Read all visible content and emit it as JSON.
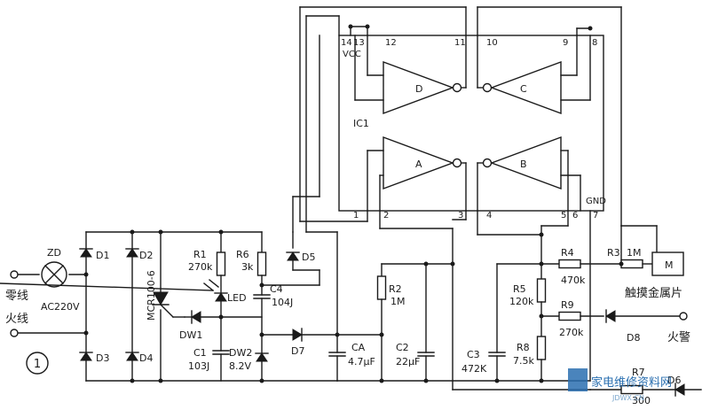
{
  "labels": {
    "zd": "ZD",
    "neutral": "零线",
    "live": "火线",
    "ac": "AC220V",
    "fig": "1",
    "d1": "D1",
    "d2": "D2",
    "d3": "D3",
    "d4": "D4",
    "scr": "MCR100-6",
    "r1": "R1",
    "r1v": "270k",
    "r6": "R6",
    "r6v": "3k",
    "d5": "D5",
    "led": "LED",
    "c4": "C4",
    "c4v": "104J",
    "dw1": "DW1",
    "c1": "C1",
    "c1v": "103J",
    "dw2": "DW2",
    "dw2v": "8.2V",
    "d7": "D7",
    "ca": "CA",
    "cav": "4.7μF",
    "r2": "R2",
    "r2v": "1M",
    "c2": "C2",
    "c2v": "22μF",
    "c3": "C3",
    "c3v": "472K",
    "r5": "R5",
    "r5v": "120k",
    "r8": "R8",
    "r8v": "7.5k",
    "r4": "R4",
    "r4v": "470k",
    "r3": "R3",
    "r3v": "1M",
    "m": "M",
    "touch": "触摸金属片",
    "r9": "R9",
    "r9v": "270k",
    "d8": "D8",
    "alarm": "火警",
    "r7": "R7",
    "r7v": "300",
    "d6": "D6",
    "ic": "IC1",
    "vcc": "VCC",
    "gnd": "GND",
    "gate_a": "A",
    "gate_b": "B",
    "gate_c": "C",
    "gate_d": "D",
    "p1": "1",
    "p2": "2",
    "p3": "3",
    "p4": "4",
    "p5": "5",
    "p6": "6",
    "p7": "7",
    "p8": "8",
    "p9": "9",
    "p10": "10",
    "p11": "11",
    "p12": "12",
    "p13": "13",
    "p14": "14"
  },
  "watermark": {
    "text": "家电维修资料网",
    "url": "JDWX.CN"
  }
}
